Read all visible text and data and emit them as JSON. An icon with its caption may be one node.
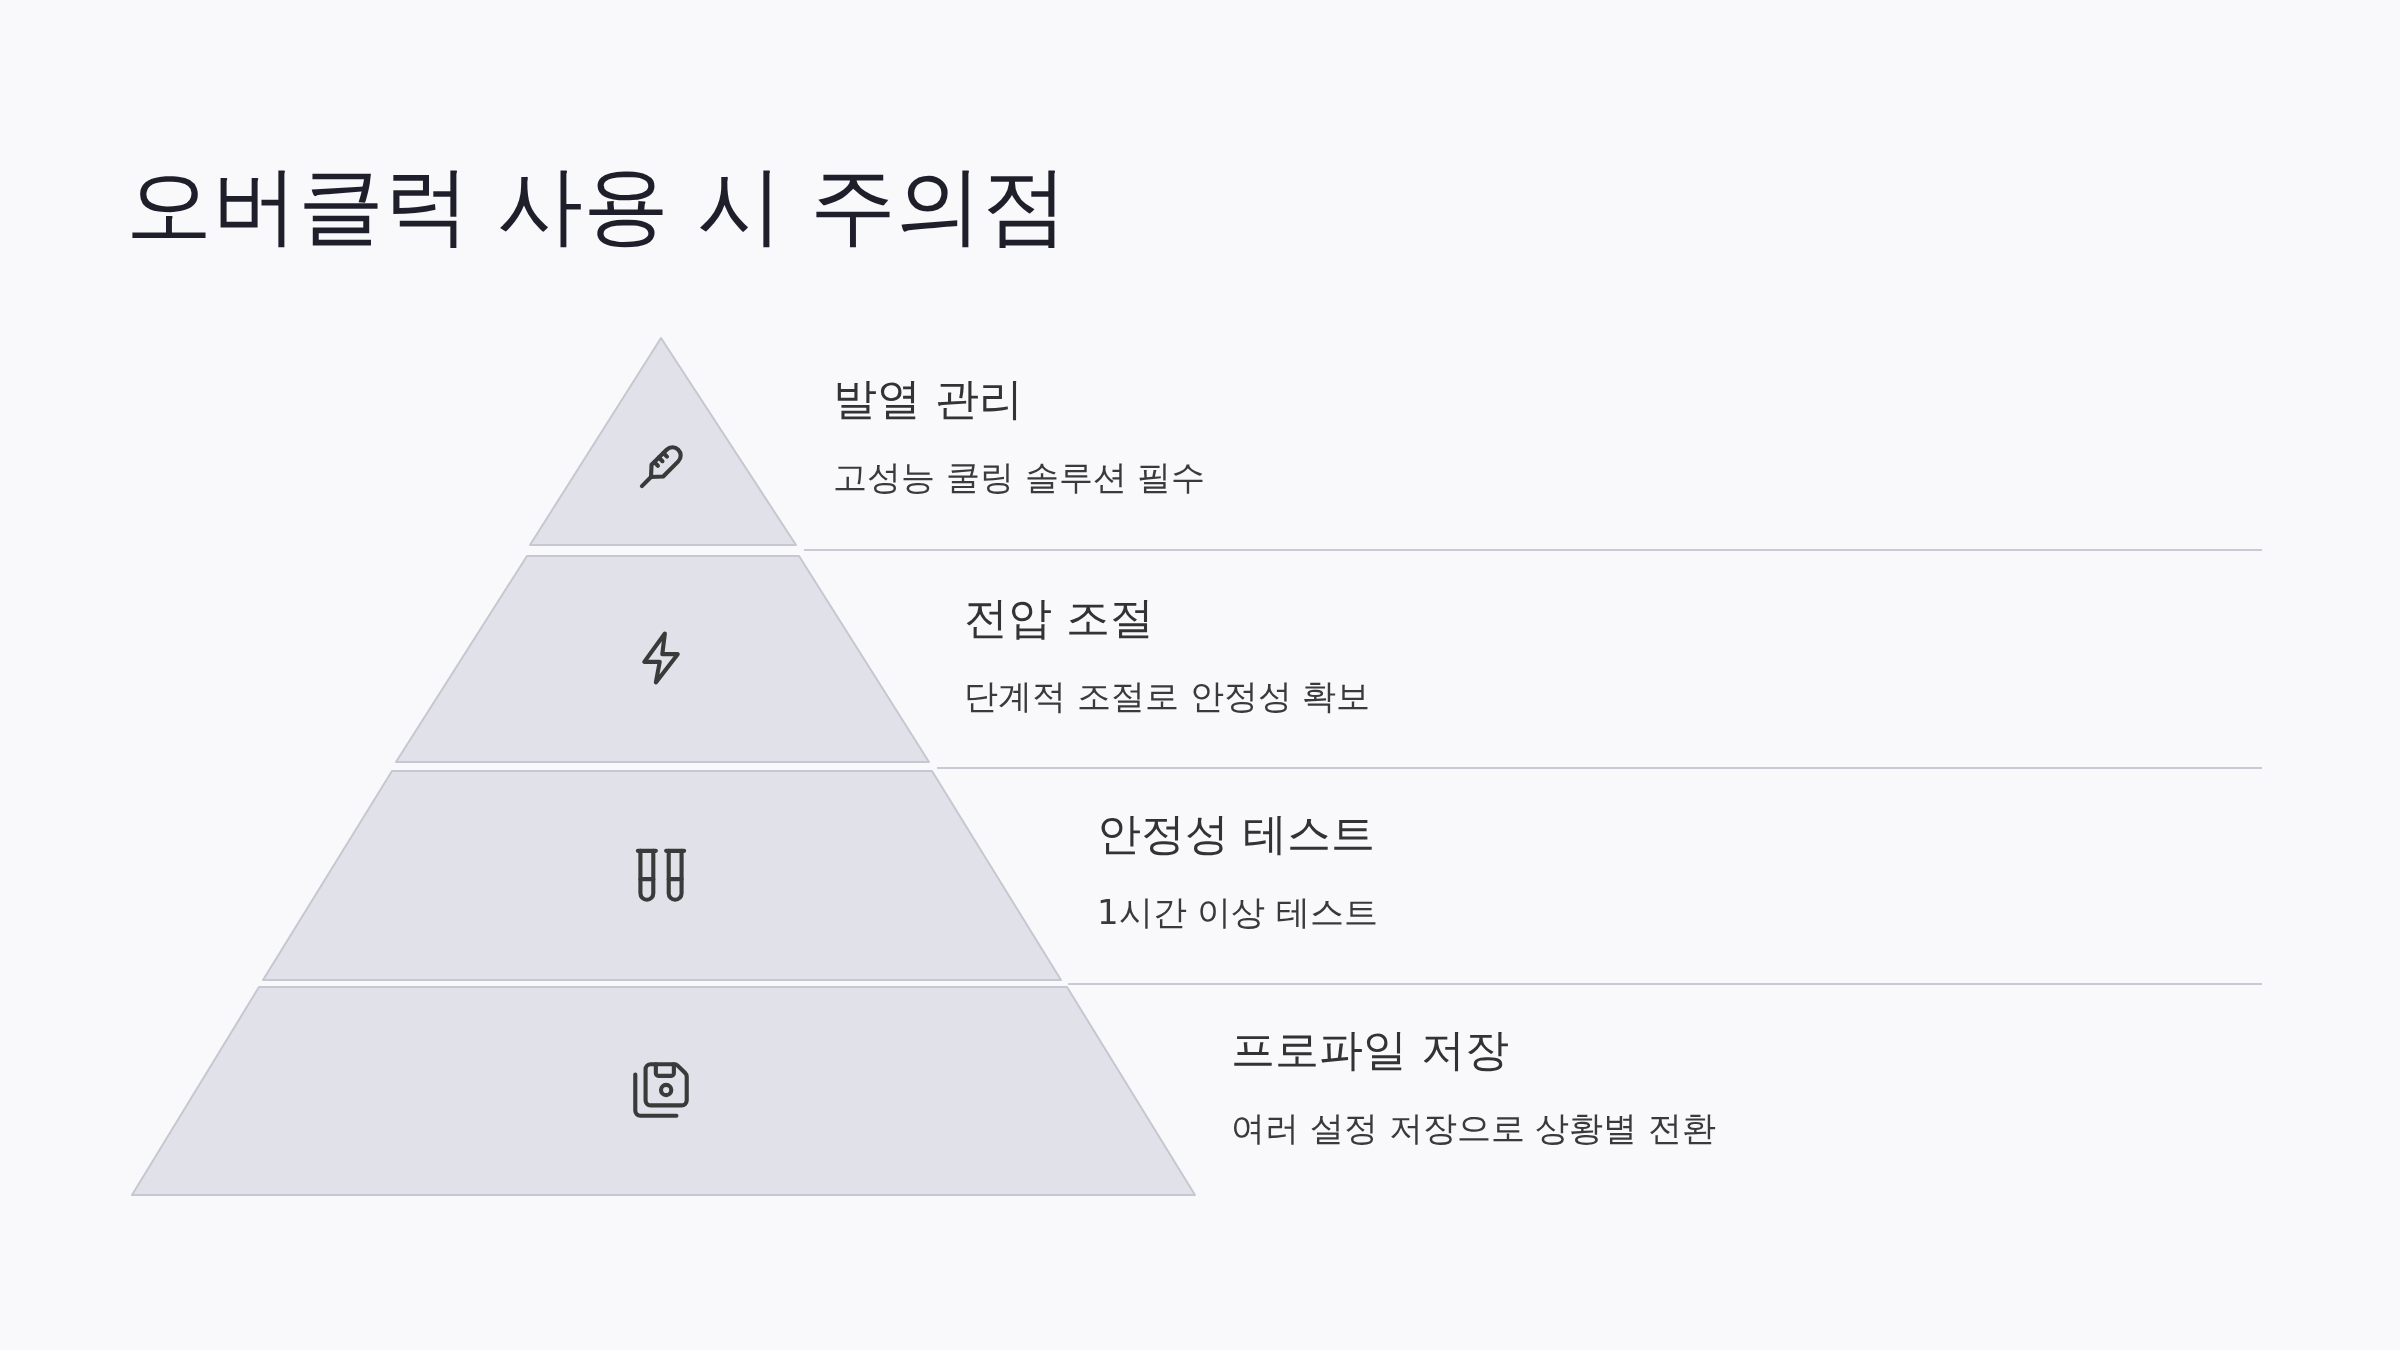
{
  "diagram": {
    "title": "오버클럭 사용 시 주의점",
    "nodes": [
      {
        "text": [
          "발열 관리",
          "고성능 쿨링 솔루션 필수"
        ]
      },
      {
        "text": [
          "전압 조절",
          "단계적 조절로 안정성 확보"
        ]
      },
      {
        "text": [
          "안정성 테스트",
          "1시간 이상 테스트"
        ]
      },
      {
        "text": [
          "프로파일 저장",
          "여러 설정 저장으로 상황별 전환"
        ]
      }
    ]
  }
}
